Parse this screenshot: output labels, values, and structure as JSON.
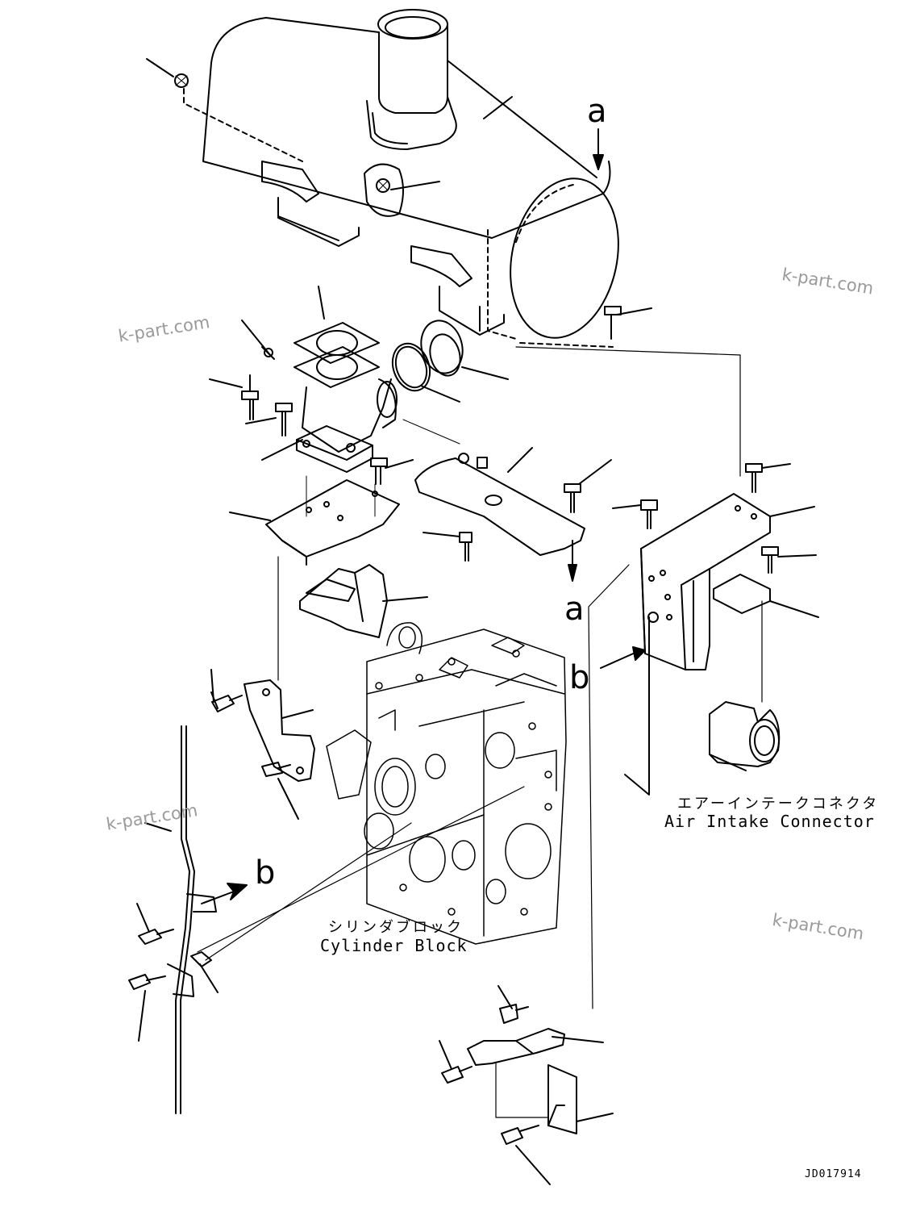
{
  "labels": {
    "air_intake_jp": "エアーインテークコネクタ",
    "air_intake_en": "Air Intake Connector",
    "cylinder_jp": "シリンダブロック",
    "cylinder_en": "Cylinder Block",
    "ref_a": "a",
    "ref_b": "b",
    "drawing_code": "JD017914"
  },
  "watermark": "k-part.com",
  "colors": {
    "line": "#000000",
    "watermark": "#9a9a9a"
  }
}
